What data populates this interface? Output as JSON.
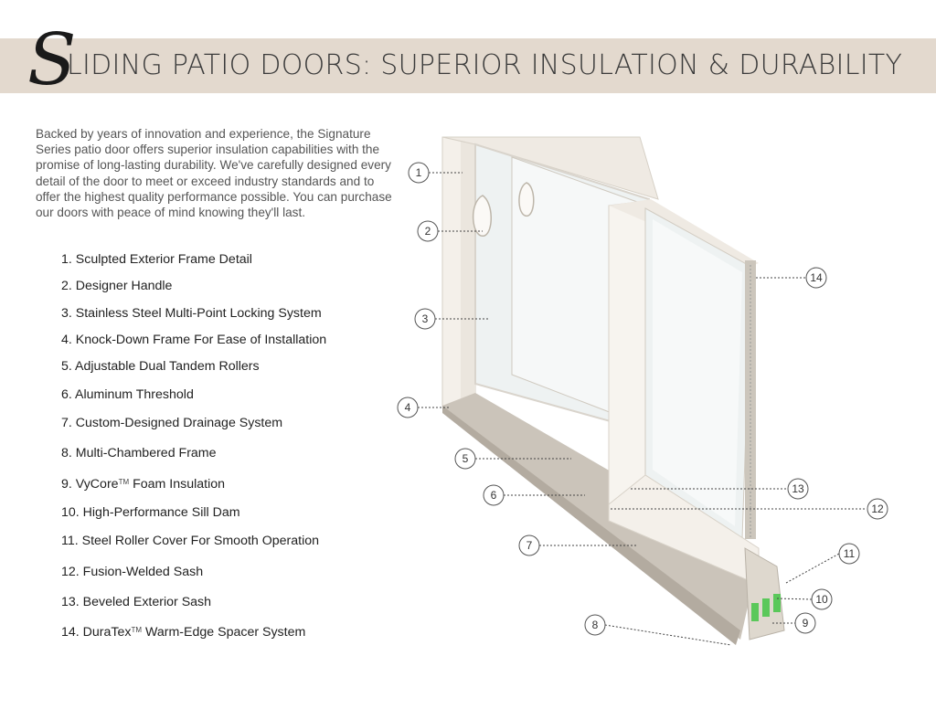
{
  "header": {
    "title_initial": "S",
    "title_rest": "LIDING PATIO DOORS: SUPERIOR INSULATION & DURABILITY"
  },
  "intro": "Backed by years of innovation and experience, the Signature Series patio door offers superior insulation capabilities with the promise of long-lasting durability. We've carefully designed every detail of the door to meet or exceed industry standards and to offer the highest quality performance possible. You can purchase our doors with peace of mind knowing they'll last.",
  "features": [
    {
      "text": "1. Sculpted Exterior Frame Detail"
    },
    {
      "text": "2. Designer Handle"
    },
    {
      "text": "3. Stainless Steel Multi-Point Locking System"
    },
    {
      "text": "4. Knock-Down Frame For Ease of Installation"
    },
    {
      "text": "5. Adjustable Dual Tandem Rollers"
    },
    {
      "text": "6. Aluminum Threshold"
    },
    {
      "text": "7. Custom-Designed Drainage System"
    },
    {
      "text": "8. Multi-Chambered Frame"
    },
    {
      "text": "9. VyCore",
      "tm": "TM",
      "text_after": " Foam Insulation"
    },
    {
      "text": "10. High-Performance Sill Dam"
    },
    {
      "text": "11. Steel Roller Cover For Smooth Operation"
    },
    {
      "text": "12. Fusion-Welded Sash"
    },
    {
      "text": "13. Beveled Exterior Sash"
    },
    {
      "text": "14. DuraTex",
      "tm": "TM",
      "text_after": " Warm-Edge Spacer System"
    }
  ],
  "callouts": [
    "1",
    "2",
    "3",
    "4",
    "5",
    "6",
    "7",
    "8",
    "9",
    "10",
    "11",
    "12",
    "13",
    "14"
  ],
  "colors": {
    "header_band": "#e3d9ce",
    "frame": "#f3efe9",
    "sill": "#c9c2b8",
    "glass": "#eef2f2",
    "foam": "#5ac85a"
  }
}
